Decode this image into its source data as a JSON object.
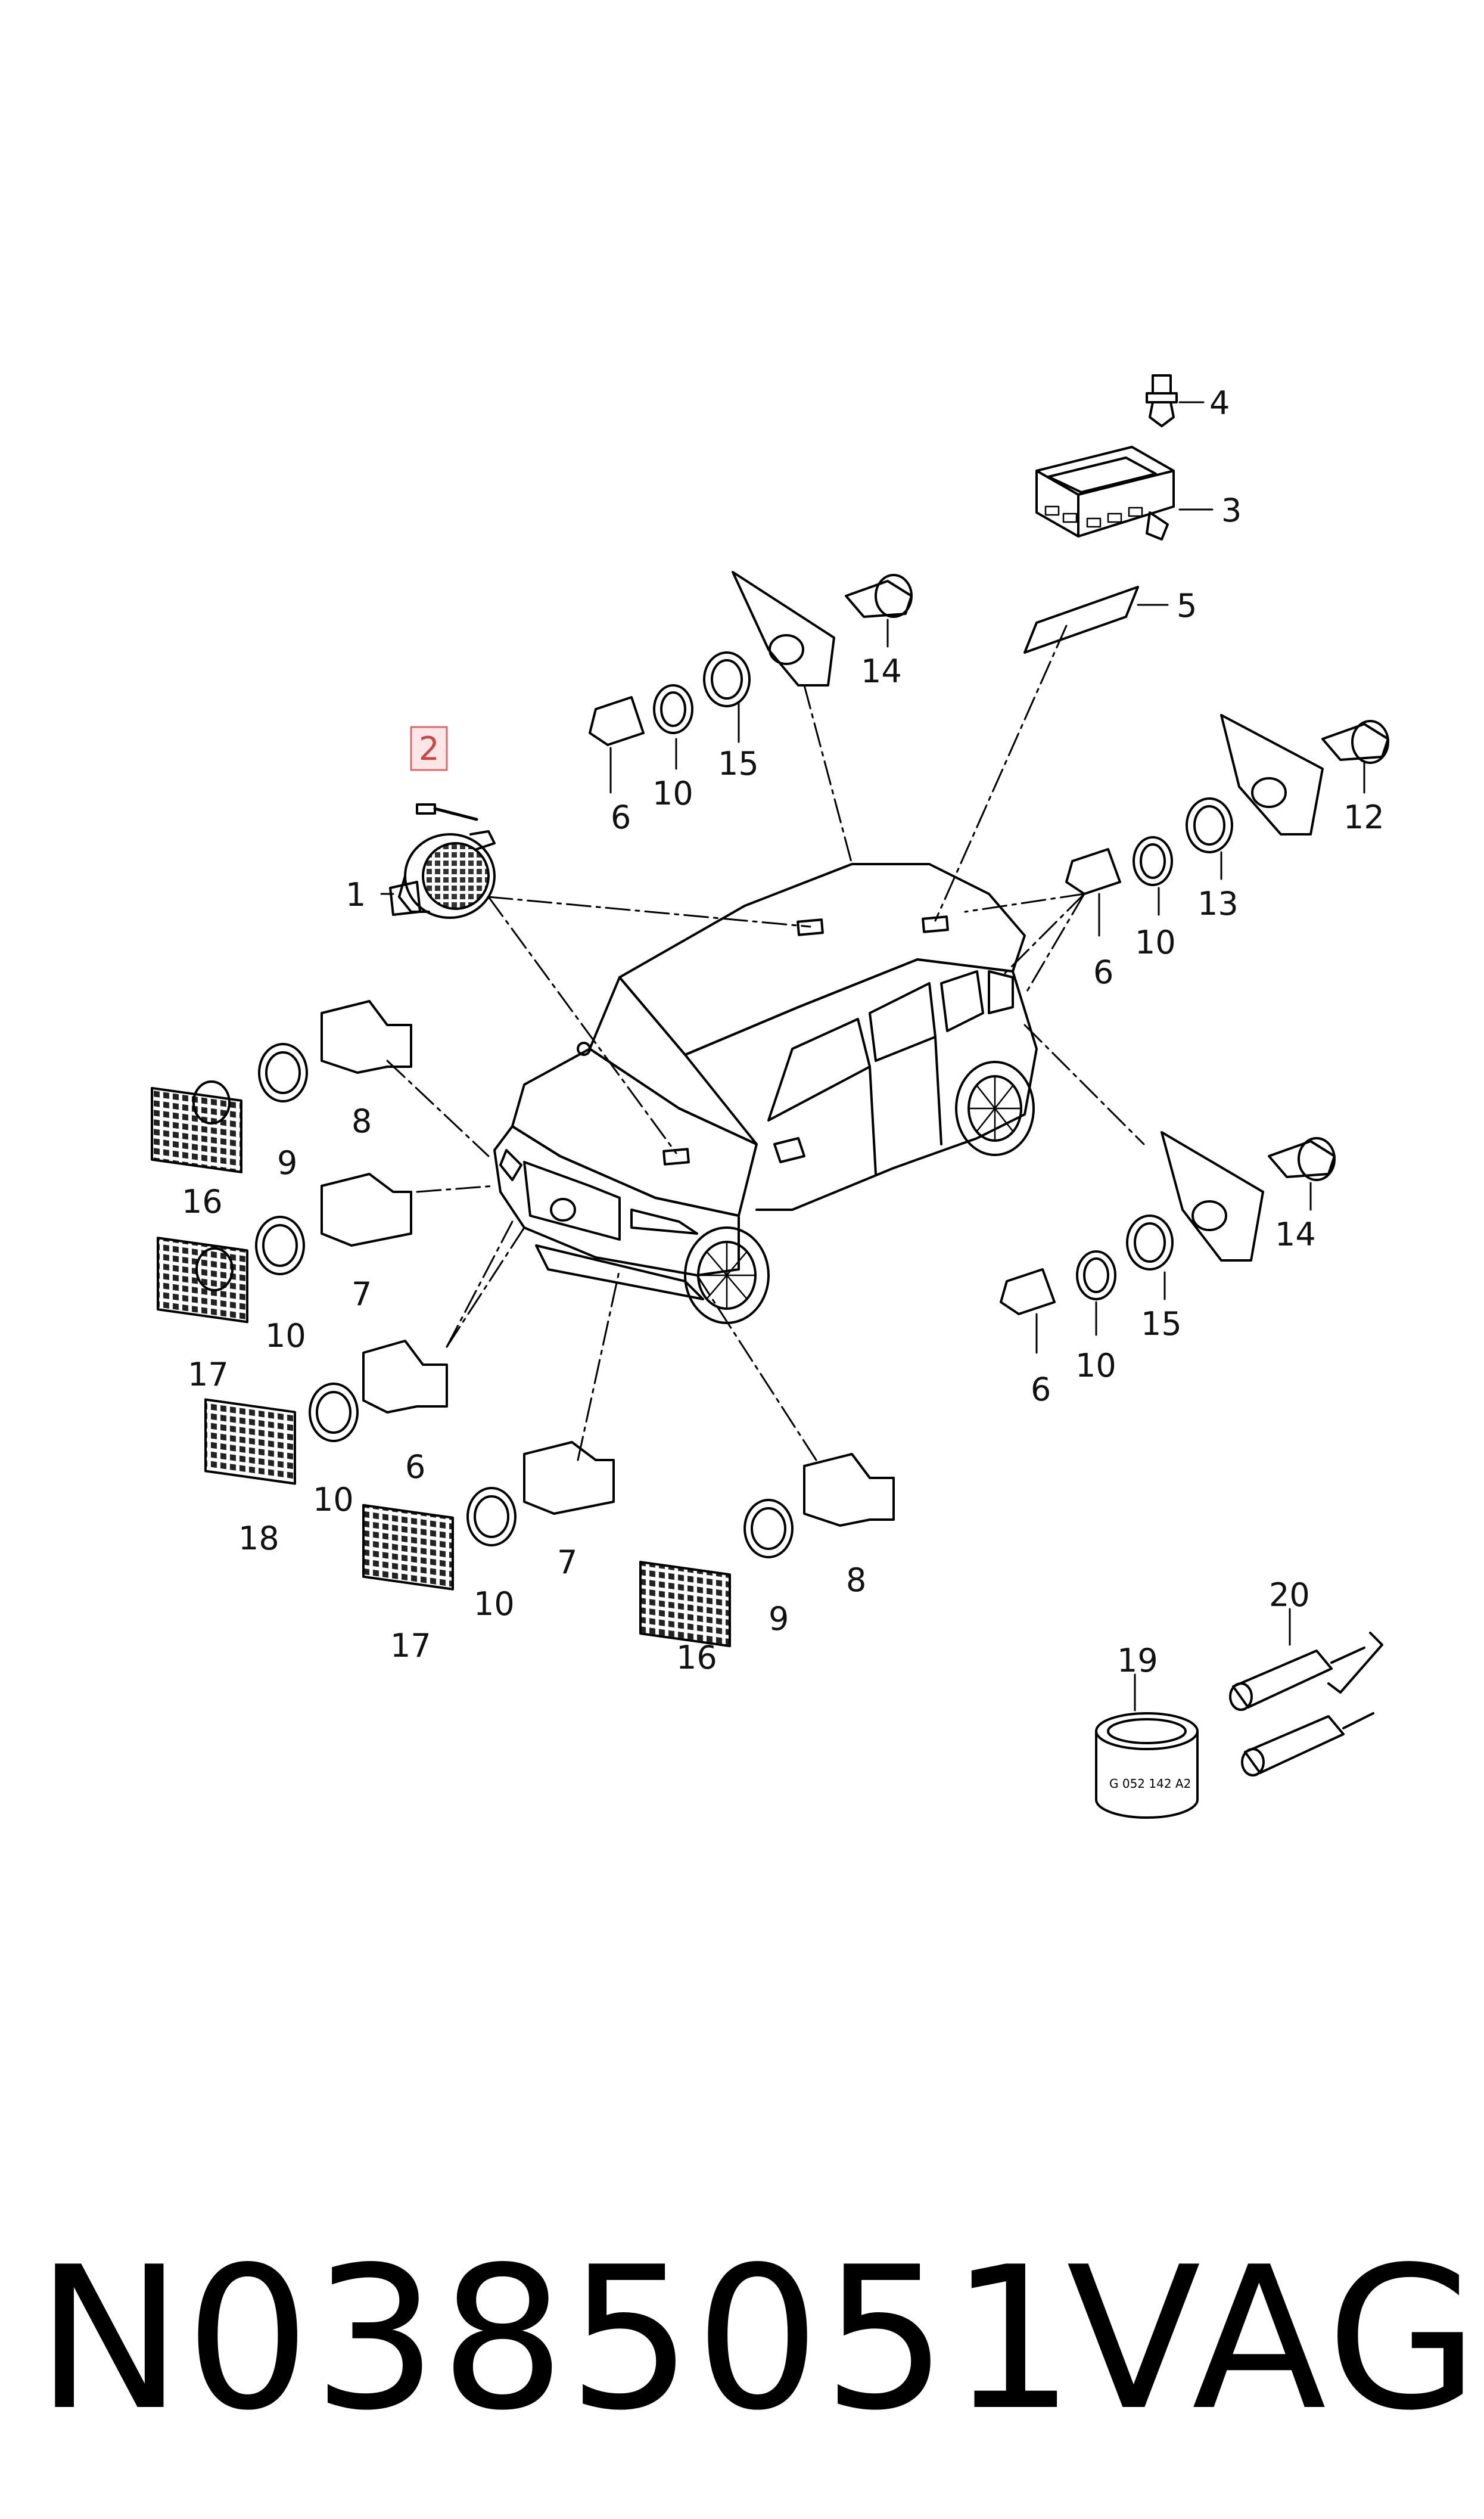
{
  "title": {
    "part_number": "N0385051",
    "brand": "VAG"
  },
  "highlight_color": "#e06a6a",
  "callouts": [
    {
      "id": "c1",
      "label": "1"
    },
    {
      "id": "c2",
      "label": "2",
      "highlighted": true
    },
    {
      "id": "c3",
      "label": "3"
    },
    {
      "id": "c4",
      "label": "4"
    },
    {
      "id": "c5",
      "label": "5"
    },
    {
      "id": "c6a",
      "label": "6"
    },
    {
      "id": "c6b",
      "label": "6"
    },
    {
      "id": "c6c",
      "label": "6"
    },
    {
      "id": "c6d",
      "label": "6"
    },
    {
      "id": "c7a",
      "label": "7"
    },
    {
      "id": "c7b",
      "label": "7"
    },
    {
      "id": "c8a",
      "label": "8"
    },
    {
      "id": "c8b",
      "label": "8"
    },
    {
      "id": "c9a",
      "label": "9"
    },
    {
      "id": "c9b",
      "label": "9"
    },
    {
      "id": "c10a",
      "label": "10"
    },
    {
      "id": "c10b",
      "label": "10"
    },
    {
      "id": "c10c",
      "label": "10"
    },
    {
      "id": "c10d",
      "label": "10"
    },
    {
      "id": "c10e",
      "label": "10"
    },
    {
      "id": "c10f",
      "label": "10"
    },
    {
      "id": "c12",
      "label": "12"
    },
    {
      "id": "c13",
      "label": "13"
    },
    {
      "id": "c14a",
      "label": "14"
    },
    {
      "id": "c14b",
      "label": "14"
    },
    {
      "id": "c15a",
      "label": "15"
    },
    {
      "id": "c15b",
      "label": "15"
    },
    {
      "id": "c16a",
      "label": "16"
    },
    {
      "id": "c16b",
      "label": "16"
    },
    {
      "id": "c17a",
      "label": "17"
    },
    {
      "id": "c17b",
      "label": "17"
    },
    {
      "id": "c18",
      "label": "18"
    },
    {
      "id": "c19",
      "label": "19"
    },
    {
      "id": "c20",
      "label": "20"
    }
  ],
  "seal_marking": "G 052 142 A2"
}
